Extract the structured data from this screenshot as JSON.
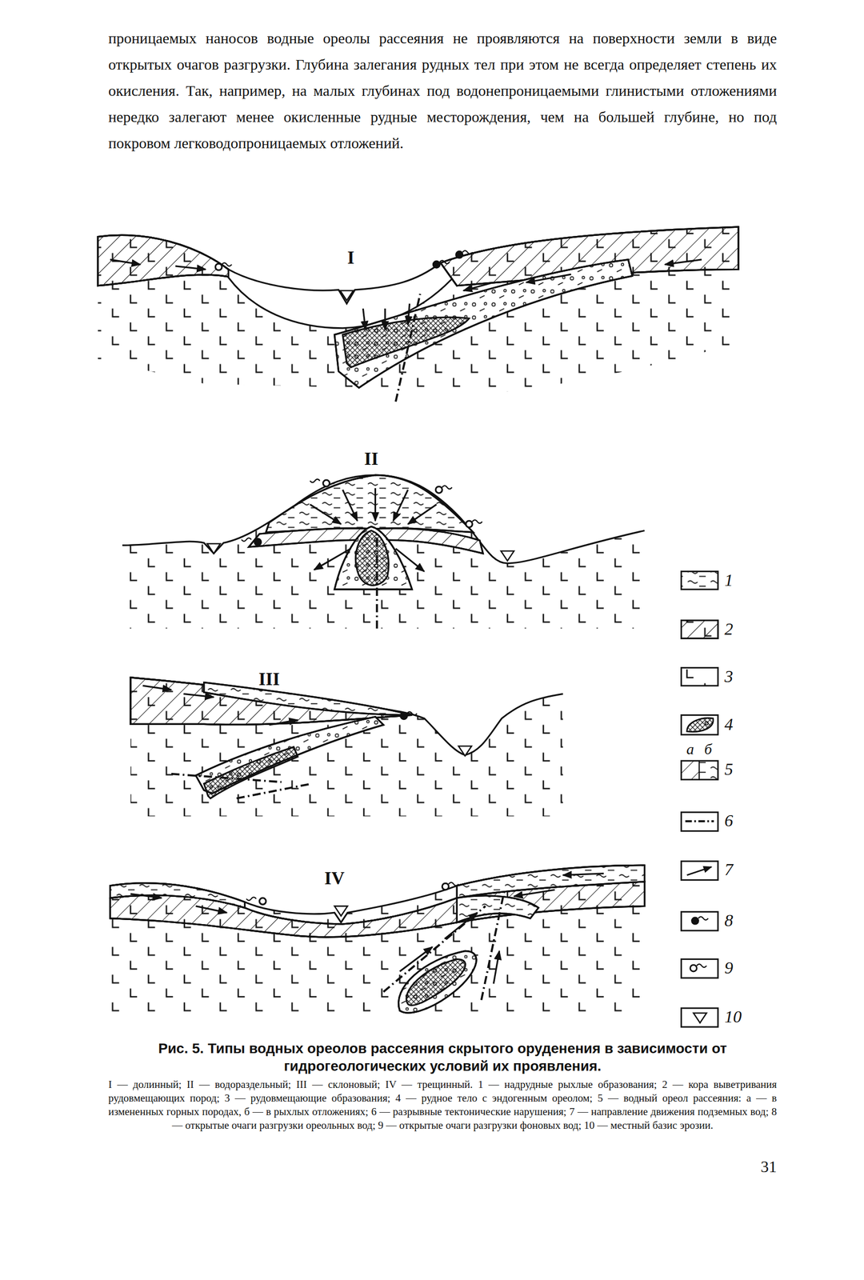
{
  "diagram": {
    "caption": "Рис. 5. Типы водных ореолов рассеяния скрытого оруденения в зависимости от гидрогеологических условий их проявления.",
    "labels": [
      "проницаемых наносов водные ореолы рассеяния не проявляются на поверхности земли в виде открытых очагов разгрузки. Глубина залегания рудных тел при этом не всегда определяет степень их окисления. Так, например, на малых глубинах под водонепроницаемыми глинистыми отложениями нередко залегают менее окисленные рудные месторождения, чем на большей глубине, но под покровом легководопроницаемых отложений.",
      "I",
      "II",
      "III",
      "IV",
      "а",
      "б",
      "I — долинный; II — водораздельный; III — склоновый; IV — трещинный. 1 — надрудные рыхлые образования; 2 — кора выветривания рудовмещающих пород; 3 — рудовмещающие образования; 4 — рудное тело с эндогенным ореолом; 5 — водный ореол рассеяния: а — в измененных горных породах, б — в рыхлых отложениях; 6 — разрывные тектонические нарушения; 7 — направление движения подземных вод; 8 — открытые очаги разгрузки ореольных вод; 9 — открытые очаги разгрузки фоновых вод; 10 — местный базис эрозии.",
      "31"
    ],
    "legend": [
      {
        "text": "1"
      },
      {
        "text": "2"
      },
      {
        "text": "3"
      },
      {
        "text": "4"
      },
      {
        "text": "5"
      },
      {
        "text": "6"
      },
      {
        "text": "7"
      },
      {
        "text": "8"
      },
      {
        "text": "9"
      },
      {
        "text": "10"
      }
    ]
  }
}
